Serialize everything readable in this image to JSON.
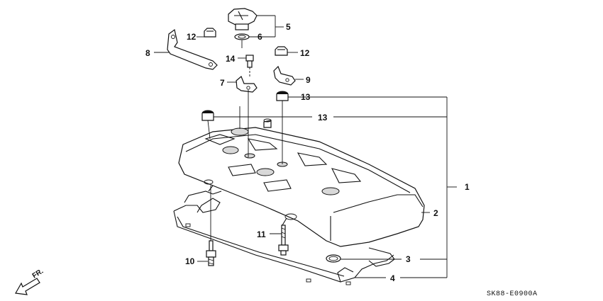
{
  "callouts": {
    "c1": "1",
    "c2": "2",
    "c3": "3",
    "c4": "4",
    "c5": "5",
    "c6": "6",
    "c7": "7",
    "c8": "8",
    "c9": "9",
    "c10": "10",
    "c11": "11",
    "c12a": "12",
    "c12b": "12",
    "c13a": "13",
    "c13b": "13",
    "c14": "14"
  },
  "direction_label": "FR.",
  "diagram_code": "SK88-E0900A"
}
